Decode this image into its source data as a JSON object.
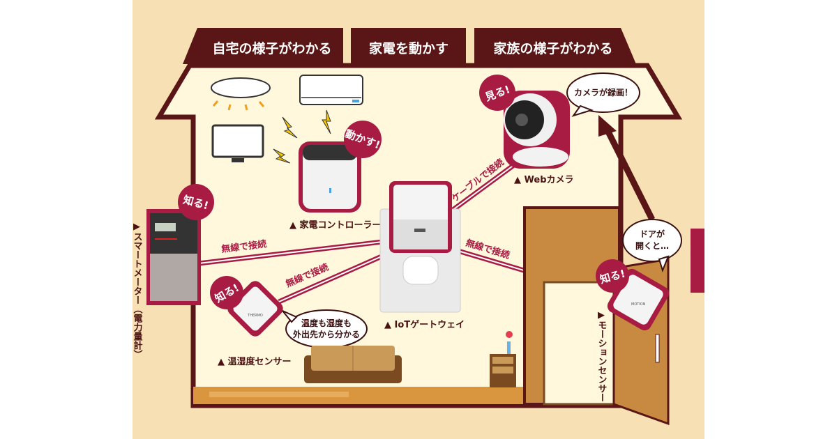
{
  "tabs": [
    {
      "label": "自宅の様子がわかる"
    },
    {
      "label": "家電を動かす"
    },
    {
      "label": "家族の様子がわかる"
    }
  ],
  "devices": {
    "smart_meter": {
      "label": "スマートメーター（電力量計）",
      "badge": "知る!"
    },
    "appliance_controller": {
      "label": "家電コントローラー",
      "badge": "動かす!"
    },
    "gateway": {
      "label": "IoTゲートウェイ"
    },
    "web_camera": {
      "label": "Webカメラ",
      "badge": "見る!"
    },
    "thermo_sensor": {
      "label": "温湿度センサー",
      "badge": "知る!",
      "device_text": "THERMO"
    },
    "motion_sensor": {
      "label": "モーションセンサー",
      "badge": "知る!",
      "device_text": "MOTION"
    }
  },
  "links": {
    "meter": "無線で接続",
    "thermo": "無線で接続",
    "motion": "無線で接続",
    "camera": "ケーブルで接続"
  },
  "bubbles": {
    "camera_record": "カメラが録画！",
    "door_open_line1": "ドアが",
    "door_open_line2": "開くと…",
    "thermo_line1": "温度も湿度も",
    "thermo_line2": "外出先から分かる"
  },
  "colors": {
    "background": "#f6e0b4",
    "house_interior": "#fff8dc",
    "house_outline": "#5a1616",
    "accent": "#a81c44"
  }
}
